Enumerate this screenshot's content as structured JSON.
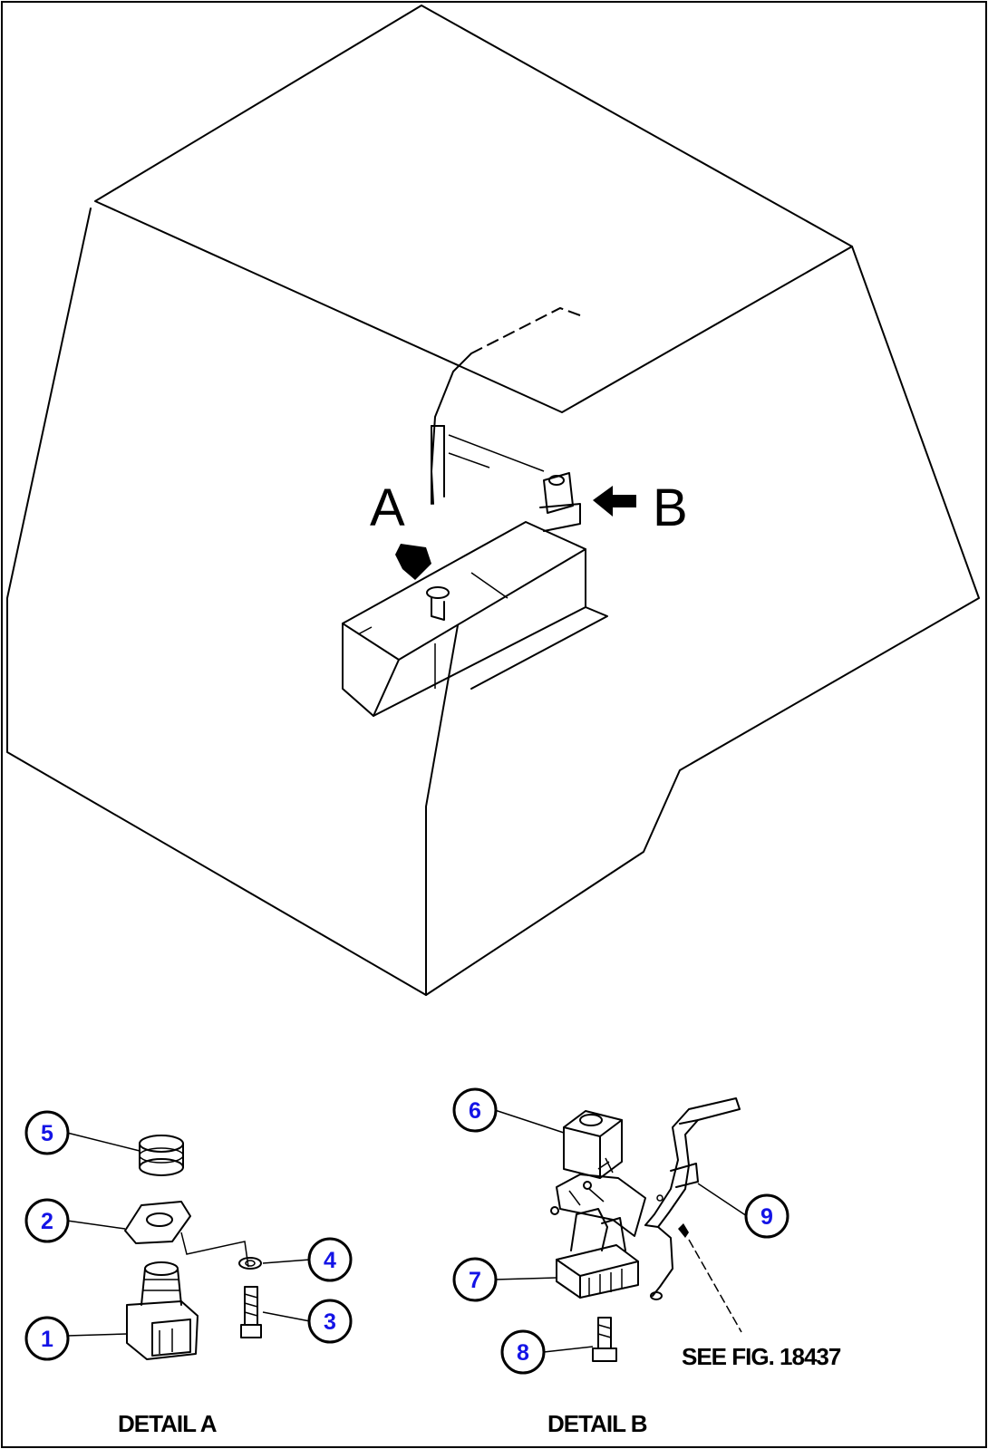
{
  "view_labels": {
    "a": "A",
    "b": "B"
  },
  "callouts": [
    "1",
    "2",
    "3",
    "4",
    "5",
    "6",
    "7",
    "8",
    "9"
  ],
  "captions": {
    "detail_a": "DETAIL A",
    "detail_b": "DETAIL B",
    "see_fig": "SEE FIG. 18437"
  },
  "colors": {
    "callout_text": "#1414e6",
    "line": "#000000",
    "background": "#ffffff"
  }
}
